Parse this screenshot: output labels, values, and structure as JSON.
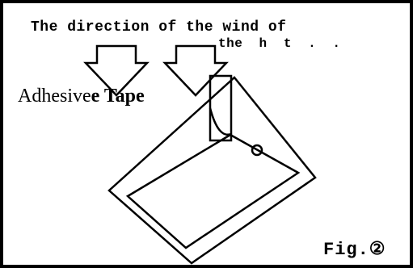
{
  "figure": {
    "title_line1": "The direction of the wind of",
    "title_line2": "the  h  t  .  .",
    "tape_label_regular": "Adhesive",
    "tape_label_bold": "e Tape",
    "fig_label": "Fig.②"
  },
  "colors": {
    "ink": "#000000",
    "background": "#ffffff"
  }
}
